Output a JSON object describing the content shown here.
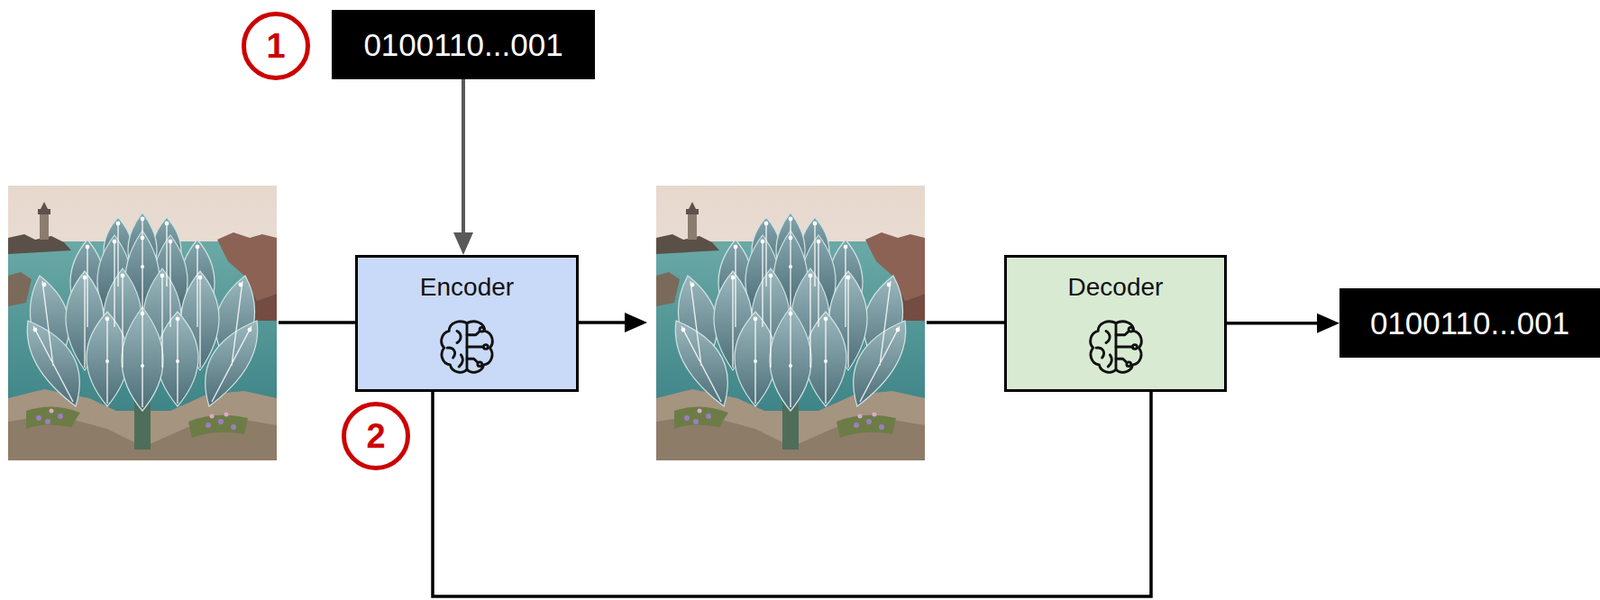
{
  "diagram": {
    "nodes": [
      {
        "text": [
          "0100110...001"
        ]
      },
      {
        "text": [
          "Encoder"
        ]
      },
      {
        "text": [
          "Decoder"
        ]
      },
      {
        "text": [
          "0100110...001"
        ]
      }
    ],
    "edges": [
      {
        "from": 0,
        "to": 1,
        "arrow": "to"
      },
      {
        "from": 1,
        "to": 2,
        "arrow": "none"
      },
      {
        "from": 2,
        "to": 3,
        "arrow": "to"
      }
    ],
    "labels": [
      "1",
      "2"
    ]
  }
}
